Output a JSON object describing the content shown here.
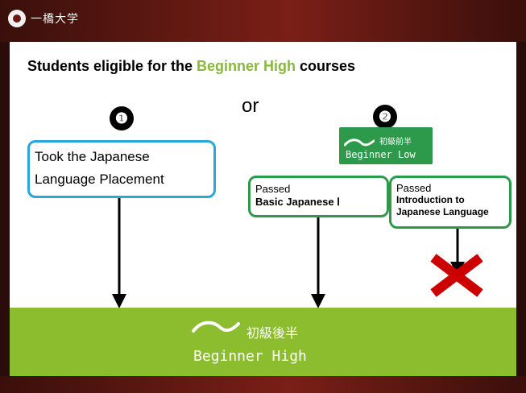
{
  "header": {
    "logo_text": "一橋大学"
  },
  "slide": {
    "title_prefix": "Students eligible for the ",
    "title_highlight": "Beginner High",
    "title_suffix": " courses",
    "option1_number": "❶",
    "option2_number": "❷",
    "or_label": "or",
    "placement_box": "Took the Japanese Language Placement",
    "basic_box": {
      "passed": "Passed",
      "course": "Basic Japanese Ⅰ"
    },
    "intro_box": {
      "passed": "Passed",
      "course": "Introduction to Japanese Language"
    },
    "badge_low": {
      "jp": "初級前半",
      "en": "Beginner Low"
    },
    "badge_high": {
      "jp": "初級後半",
      "en": "Beginner High"
    }
  },
  "colors": {
    "accent_green": "#88b93d",
    "banner_green": "#8cbd2f",
    "box_blue": "#2aa6db",
    "box_green": "#2d9a4b",
    "cross_red": "#cc0000",
    "frame_maroon": "#6b1a14"
  },
  "icons": {
    "logo": "university-emblem-icon",
    "cross": "red-x-icon",
    "wave": "wave-icon"
  }
}
